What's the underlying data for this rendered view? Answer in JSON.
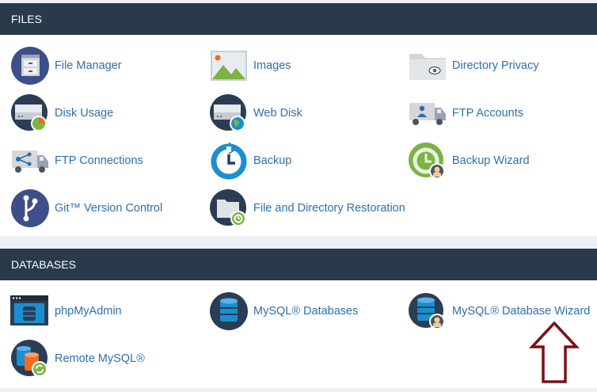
{
  "files": {
    "title": "FILES",
    "items": [
      {
        "label": "File Manager",
        "icon": "file-cabinet-icon"
      },
      {
        "label": "Images",
        "icon": "image-landscape-icon"
      },
      {
        "label": "Directory Privacy",
        "icon": "folder-eye-icon"
      },
      {
        "label": "Disk Usage",
        "icon": "disk-pie-icon"
      },
      {
        "label": "Web Disk",
        "icon": "disk-globe-icon"
      },
      {
        "label": "FTP Accounts",
        "icon": "truck-user-icon"
      },
      {
        "label": "FTP Connections",
        "icon": "truck-network-icon"
      },
      {
        "label": "Backup",
        "icon": "backup-clock-icon"
      },
      {
        "label": "Backup Wizard",
        "icon": "backup-wizard-icon"
      },
      {
        "label": "Git™ Version Control",
        "icon": "git-branch-icon"
      },
      {
        "label": "File and Directory Restoration",
        "icon": "folder-restore-icon"
      }
    ]
  },
  "databases": {
    "title": "DATABASES",
    "items": [
      {
        "label": "phpMyAdmin",
        "icon": "phpmyadmin-icon"
      },
      {
        "label": "MySQL® Databases",
        "icon": "database-icon"
      },
      {
        "label": "MySQL® Database Wizard",
        "icon": "database-wizard-icon"
      },
      {
        "label": "Remote MySQL®",
        "icon": "remote-database-icon"
      }
    ]
  },
  "colors": {
    "header_bg": "#293a4a",
    "link": "#2f6fab",
    "icon_navy": "#2b3d55",
    "icon_blue": "#1a8fd0",
    "icon_green": "#7cb342",
    "annotation_arrow": "#7a1019"
  }
}
